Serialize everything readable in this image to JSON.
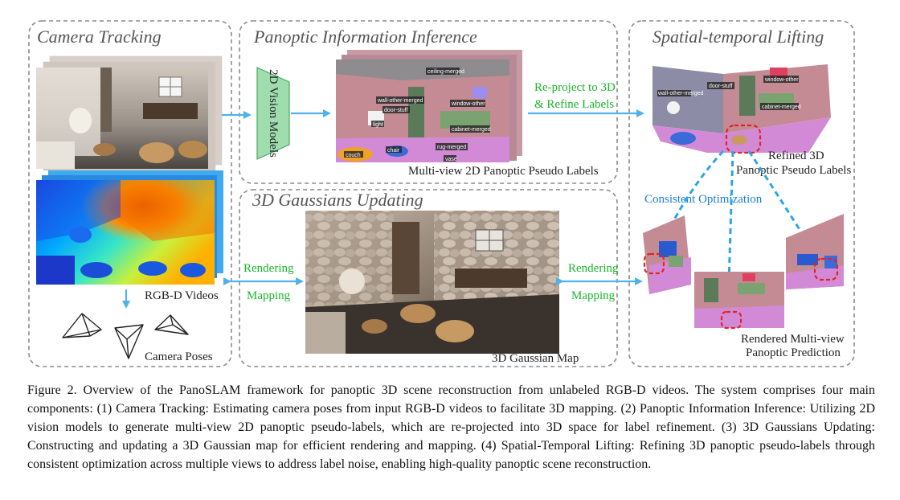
{
  "panels": {
    "camera_tracking": "Camera Tracking",
    "panoptic_inference": "Panoptic Information Inference",
    "spatial_lifting": "Spatial-temporal Lifting",
    "gaussians_updating": "3D Gaussians Updating"
  },
  "labels": {
    "vision_models": "2D Vision Models",
    "multiview_pseudo": "Multi-view 2D Panoptic Pseudo Labels",
    "reproject_line1": "Re-project to 3D",
    "reproject_line2": "& Refine Labels",
    "refined_line1": "Refined 3D",
    "refined_line2": "Panoptic Pseudo Labels",
    "consistent_opt": "Consistent Optimization",
    "rgbd_videos": "RGB-D Videos",
    "camera_poses": "Camera Poses",
    "rendering_left": "Rendering",
    "mapping_left": "Mapping",
    "rendering_right": "Rendering",
    "mapping_right": "Mapping",
    "gaussian_map": "3D Gaussian Map",
    "rendered_line1": "Rendered Multi-view",
    "rendered_line2": "Panoptic Prediction"
  },
  "segment_tags": {
    "ceiling": "ceiling-merged",
    "wall": "wall-other-merged",
    "window": "window-other",
    "door": "door-stuff",
    "light": "light",
    "cabinet": "cabinet-merged",
    "rug": "rug-merged",
    "couch": "couch",
    "chair": "chair",
    "vase": "vase",
    "door_r": "door-stuff",
    "window_r": "window-other",
    "wall_r": "wall-other-merged",
    "cabinet_r": "cabinet-merged"
  },
  "caption": "Figure 2. Overview of the PanoSLAM framework for panoptic 3D scene reconstruction from unlabeled RGB-D videos. The system comprises four main components: (1) Camera Tracking: Estimating camera poses from input RGB-D videos to facilitate 3D mapping. (2) Panoptic Information Inference: Utilizing 2D vision models to generate multi-view 2D panoptic pseudo-labels, which are re-projected into 3D space for label refinement. (3) 3D Gaussians Updating: Constructing and updating a 3D Gaussian map for efficient rendering and mapping. (4) Spatial-Temporal Lifting: Refining 3D panoptic pseudo-labels through consistent optimization across multiple views to address label noise, enabling high-quality panoptic scene reconstruction.",
  "colors": {
    "panel_border": "#8a8a8a",
    "arrow_blue": "#4fb3ea",
    "dashed_blue": "#2aa6e8",
    "label_green": "#1bb52a",
    "vision_box": "#9fdcae",
    "highlight_red": "#e02424"
  }
}
